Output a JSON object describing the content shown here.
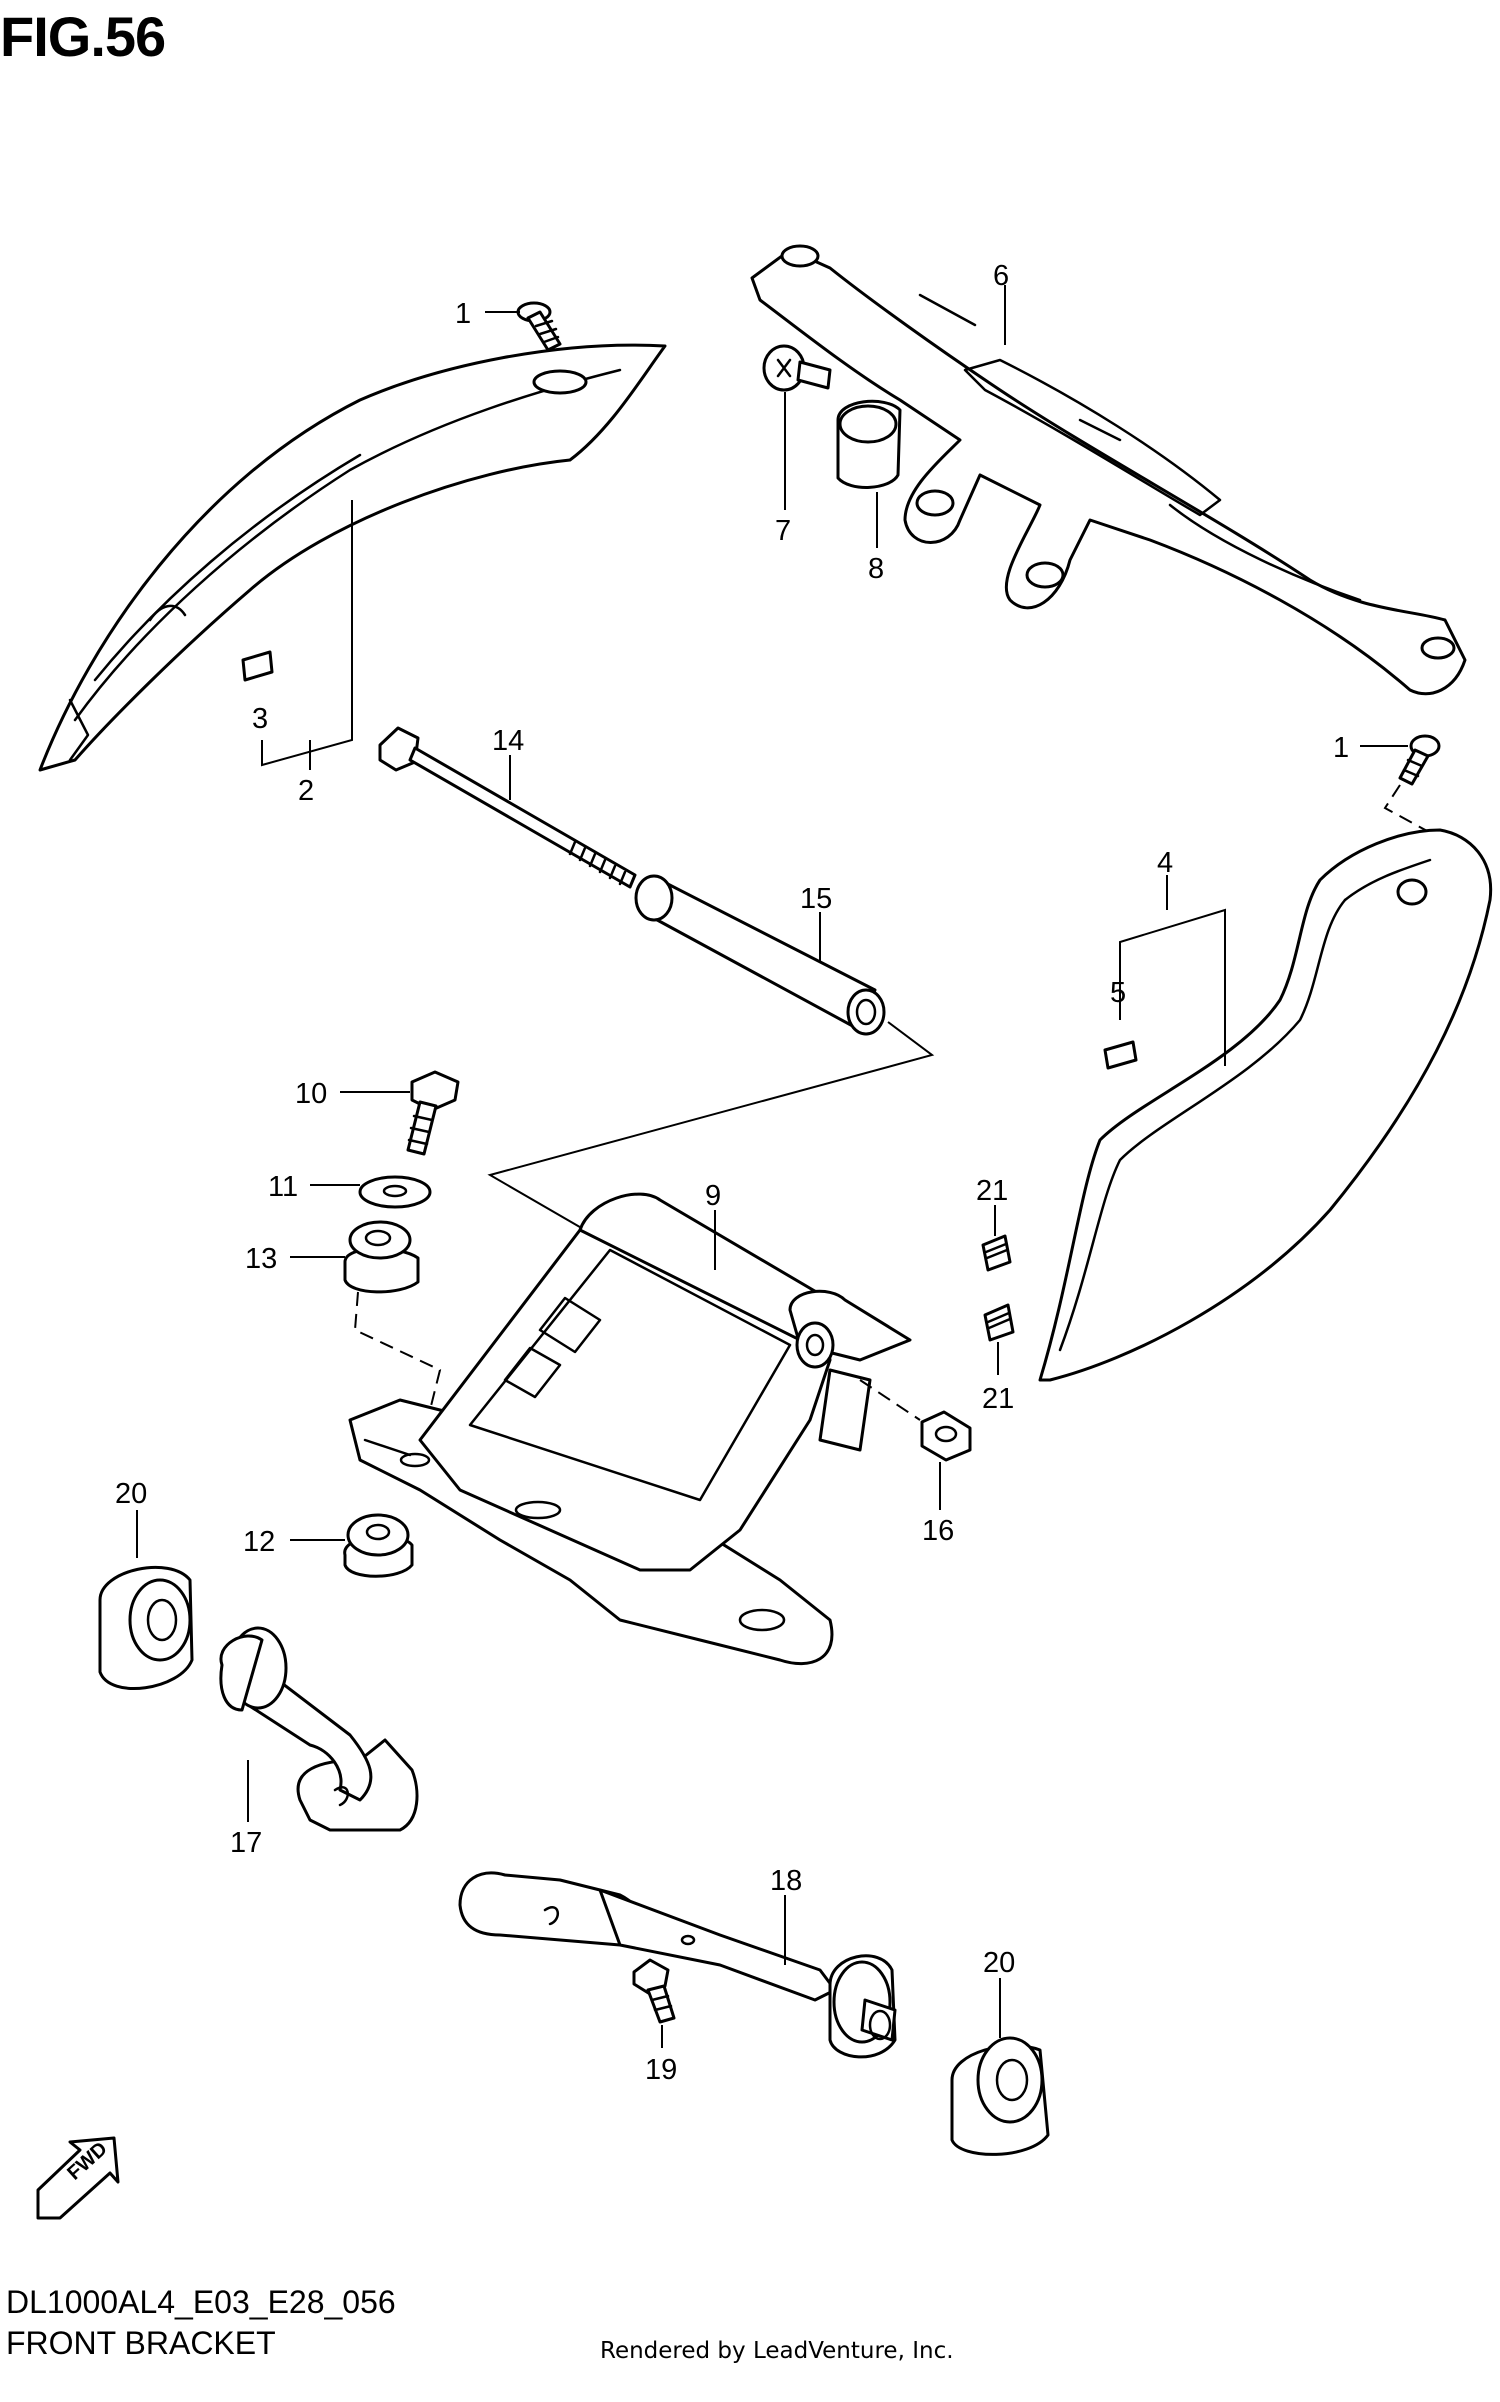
{
  "figure": {
    "title": "FIG.56",
    "code": "DL1000AL4_E03_E28_056",
    "name": "FRONT BRACKET",
    "credit": "Rendered by LeadVenture, Inc.",
    "fwd_label": "FWD"
  },
  "callouts": {
    "c1a": "1",
    "c1b": "1",
    "c2": "2",
    "c3": "3",
    "c4": "4",
    "c5": "5",
    "c6": "6",
    "c7": "7",
    "c8": "8",
    "c9": "9",
    "c10": "10",
    "c11": "11",
    "c12": "12",
    "c13": "13",
    "c14": "14",
    "c15": "15",
    "c16": "16",
    "c17": "17",
    "c18": "18",
    "c19": "19",
    "c20a": "20",
    "c20b": "20",
    "c21a": "21",
    "c21b": "21"
  }
}
